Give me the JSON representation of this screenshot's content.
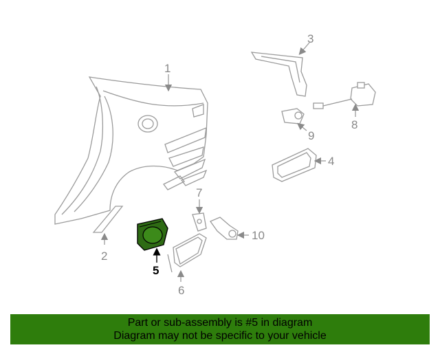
{
  "diagram": {
    "callouts": [
      {
        "id": "1",
        "label": "1"
      },
      {
        "id": "2",
        "label": "2"
      },
      {
        "id": "3",
        "label": "3"
      },
      {
        "id": "4",
        "label": "4"
      },
      {
        "id": "5",
        "label": "5",
        "highlighted": true
      },
      {
        "id": "6",
        "label": "6"
      },
      {
        "id": "7",
        "label": "7"
      },
      {
        "id": "8",
        "label": "8"
      },
      {
        "id": "9",
        "label": "9"
      },
      {
        "id": "10",
        "label": "10"
      }
    ],
    "highlight_color": "#2e6b14"
  },
  "banner": {
    "line1": "Part or sub-assembly is #5 in diagram",
    "line2": "Diagram may not be specific to your vehicle",
    "color": "#2e7d0c"
  }
}
